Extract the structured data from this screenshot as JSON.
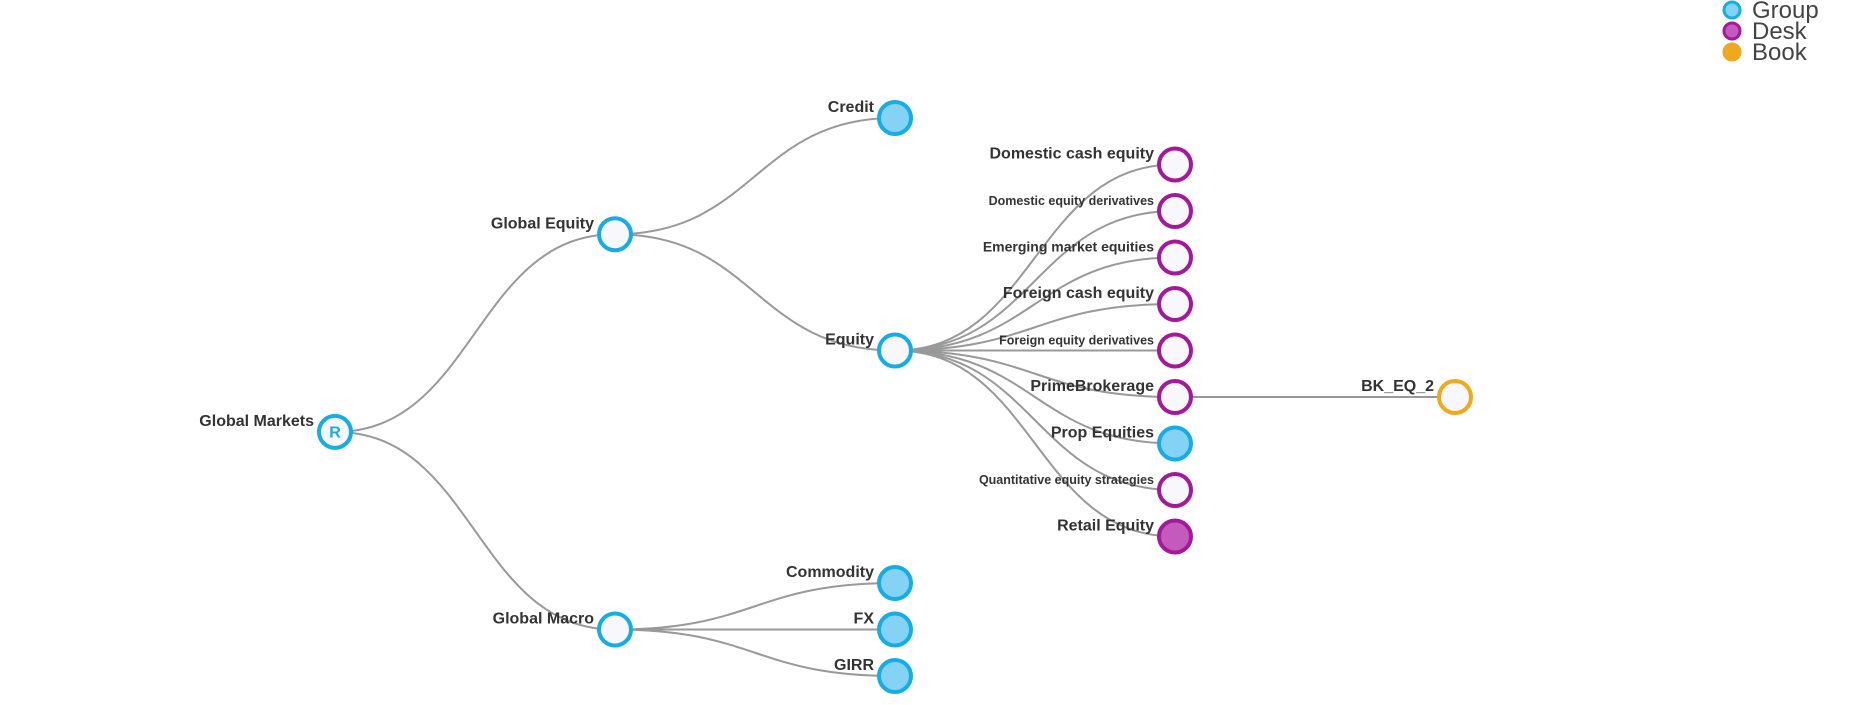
{
  "legend": [
    {
      "label": "Group",
      "type": "group"
    },
    {
      "label": "Desk",
      "type": "desk"
    },
    {
      "label": "Book",
      "type": "book"
    }
  ],
  "styles": {
    "group": {
      "stroke": "#16ace6",
      "filled": "#85d3f4"
    },
    "desk": {
      "stroke": "#a4189b",
      "filled": "#c35bbd"
    },
    "book": {
      "stroke": "#f0a81e",
      "filled": "#f0a81e"
    },
    "empty_fill": "#f8f7fb"
  },
  "tree": {
    "name": "Global Markets",
    "type": "group",
    "root_marker": "R",
    "children": [
      {
        "name": "Global Equity",
        "type": "group",
        "collapsed": false,
        "children": [
          {
            "name": "Credit",
            "type": "group",
            "collapsed": true
          },
          {
            "name": "Equity",
            "type": "group",
            "collapsed": false,
            "children": [
              {
                "name": "Domestic cash equity",
                "type": "desk",
                "collapsed": false
              },
              {
                "name": "Domestic equity derivatives",
                "type": "desk",
                "collapsed": false
              },
              {
                "name": "Emerging market equities",
                "type": "desk",
                "collapsed": false
              },
              {
                "name": "Foreign cash equity",
                "type": "desk",
                "collapsed": false
              },
              {
                "name": "Foreign equity derivatives",
                "type": "desk",
                "collapsed": false
              },
              {
                "name": "PrimeBrokerage",
                "type": "desk",
                "collapsed": false,
                "children": [
                  {
                    "name": "BK_EQ_2",
                    "type": "book",
                    "collapsed": false
                  }
                ]
              },
              {
                "name": "Prop Equities",
                "type": "group",
                "collapsed": true
              },
              {
                "name": "Quantitative equity strategies",
                "type": "desk",
                "collapsed": false
              },
              {
                "name": "Retail Equity",
                "type": "desk",
                "collapsed": true
              }
            ]
          }
        ]
      },
      {
        "name": "Global Macro",
        "type": "group",
        "collapsed": false,
        "children": [
          {
            "name": "Commodity",
            "type": "group",
            "collapsed": true
          },
          {
            "name": "FX",
            "type": "group",
            "collapsed": true
          },
          {
            "name": "GIRR",
            "type": "group",
            "collapsed": true
          }
        ]
      }
    ]
  }
}
